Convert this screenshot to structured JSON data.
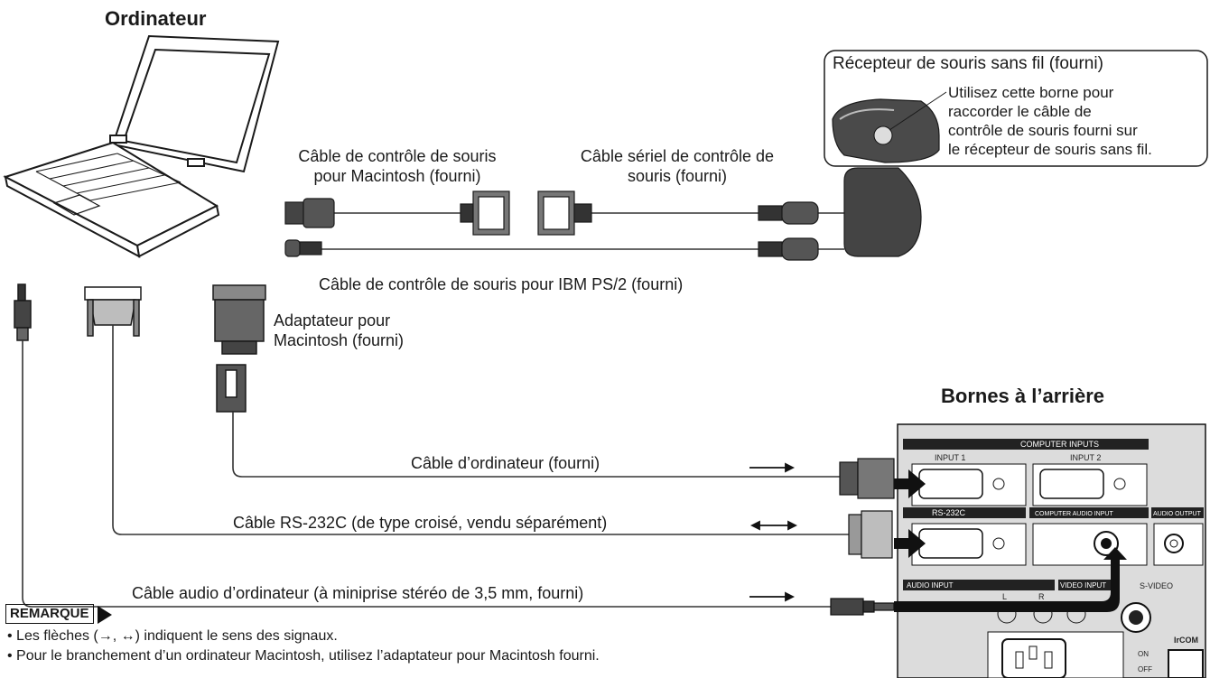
{
  "titles": {
    "computer": "Ordinateur",
    "rear_terminals": "Bornes à l’arrière"
  },
  "labels": {
    "wireless_receiver": "Récepteur de souris sans fil (fourni)",
    "receiver_note": [
      "Utilisez cette borne pour",
      "raccorder le câble de",
      "contrôle de souris fourni sur",
      "le récepteur de souris sans fil."
    ],
    "mac_mouse_cable": [
      "Câble de contrôle de souris",
      "pour Macintosh (fourni)"
    ],
    "serial_mouse_cable": [
      "Câble sériel de contrôle de",
      "souris (fourni)"
    ],
    "ps2_mouse_cable": "Câble de contrôle de souris pour IBM PS/2 (fourni)",
    "mac_adapter": [
      "Adaptateur pour",
      "Macintosh (fourni)"
    ],
    "computer_cable": "Câble d’ordinateur (fourni)",
    "rs232c_cable": "Câble RS-232C (de type croisé, vendu séparément)",
    "audio_cable": "Câble audio d’ordinateur (à miniprise stéréo de 3,5 mm, fourni)"
  },
  "panel": {
    "computer_inputs": "COMPUTER INPUTS",
    "input1": "INPUT 1",
    "input2": "INPUT 2",
    "rs232c": "RS-232C",
    "computer_audio_input": "COMPUTER AUDIO INPUT",
    "audio_output": "AUDIO OUTPUT",
    "audio_input": "AUDIO INPUT",
    "l": "L",
    "r": "R",
    "video_input": "VIDEO INPUT",
    "s_video": "S-VIDEO",
    "on": "ON",
    "off": "OFF",
    "ircom": "IrCOM"
  },
  "remarque": {
    "title": "REMARQUE",
    "notes": [
      "Les flèches (→, ↔) indiquent le sens des signaux.",
      "Pour le branchement d’un ordinateur Macintosh, utilisez l’adaptateur pour Macintosh fourni."
    ]
  }
}
